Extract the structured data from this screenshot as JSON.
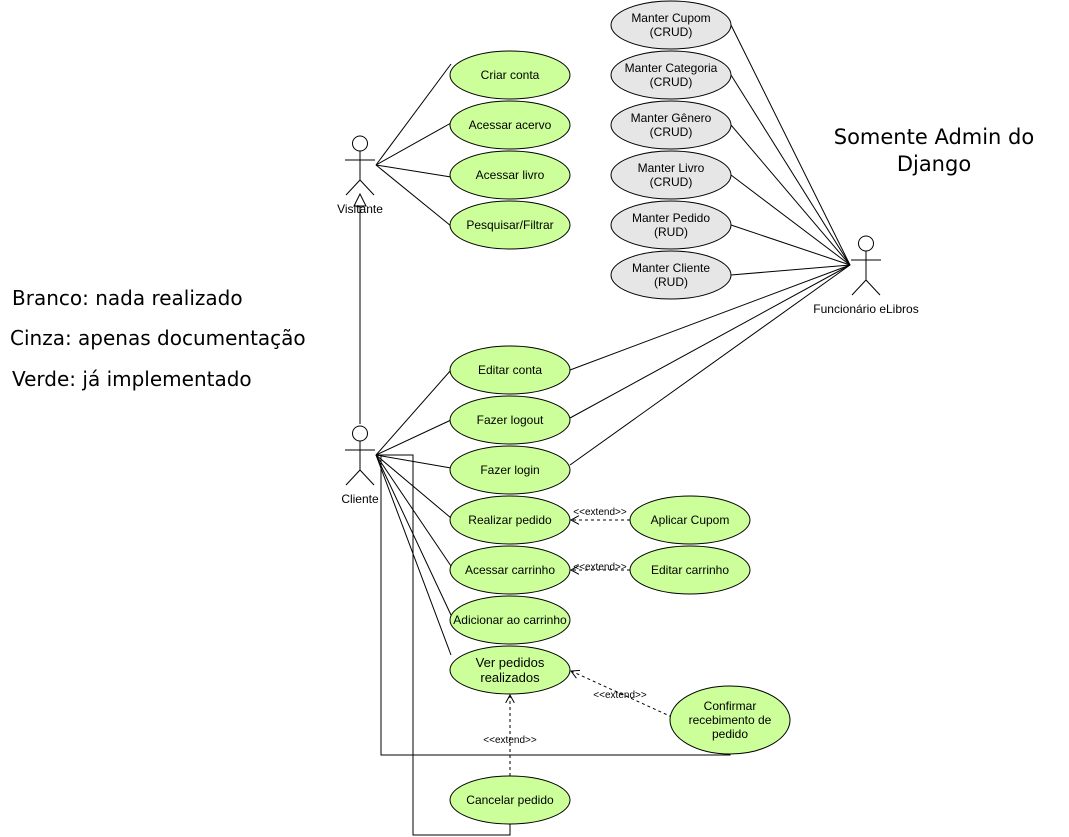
{
  "legend": {
    "white": "Branco: nada realizado",
    "gray": "Cinza: apenas documentação",
    "green": "Verde: já implementado"
  },
  "note": {
    "line1": "Somente Admin do",
    "line2": "Django"
  },
  "colors": {
    "green": "#ccff99",
    "gray": "#e6e6e6",
    "stroke": "#000000"
  },
  "actors": {
    "visitante": "Visitante",
    "cliente": "Cliente",
    "funcionario": "Funcionário eLibros"
  },
  "stereotype": "<<extend>>",
  "use_cases": {
    "criar_conta": [
      "Criar conta"
    ],
    "acessar_acervo": [
      "Acessar acervo"
    ],
    "acessar_livro": [
      "Acessar livro"
    ],
    "pesquisar_filtrar": [
      "Pesquisar/Filtrar"
    ],
    "manter_cupom": [
      "Manter Cupom",
      "(CRUD)"
    ],
    "manter_categoria": [
      "Manter Categoria",
      "(CRUD)"
    ],
    "manter_genero": [
      "Manter Gênero",
      "(CRUD)"
    ],
    "manter_livro": [
      "Manter Livro",
      "(CRUD)"
    ],
    "manter_pedido": [
      "Manter Pedido",
      "(RUD)"
    ],
    "manter_cliente": [
      "Manter Cliente",
      "(RUD)"
    ],
    "editar_conta": [
      "Editar conta"
    ],
    "fazer_logout": [
      "Fazer logout"
    ],
    "fazer_login": [
      "Fazer login"
    ],
    "realizar_pedido": [
      "Realizar pedido"
    ],
    "acessar_carrinho": [
      "Acessar carrinho"
    ],
    "adicionar_carrinho": [
      "Adicionar ao carrinho"
    ],
    "ver_pedidos": [
      "Ver pedidos",
      "realizados"
    ],
    "cancelar_pedido": [
      "Cancelar pedido"
    ],
    "aplicar_cupom": [
      "Aplicar Cupom"
    ],
    "editar_carrinho": [
      "Editar carrinho"
    ],
    "confirmar_recebimento": [
      "Confirmar",
      "recebimento de",
      "pedido"
    ]
  }
}
